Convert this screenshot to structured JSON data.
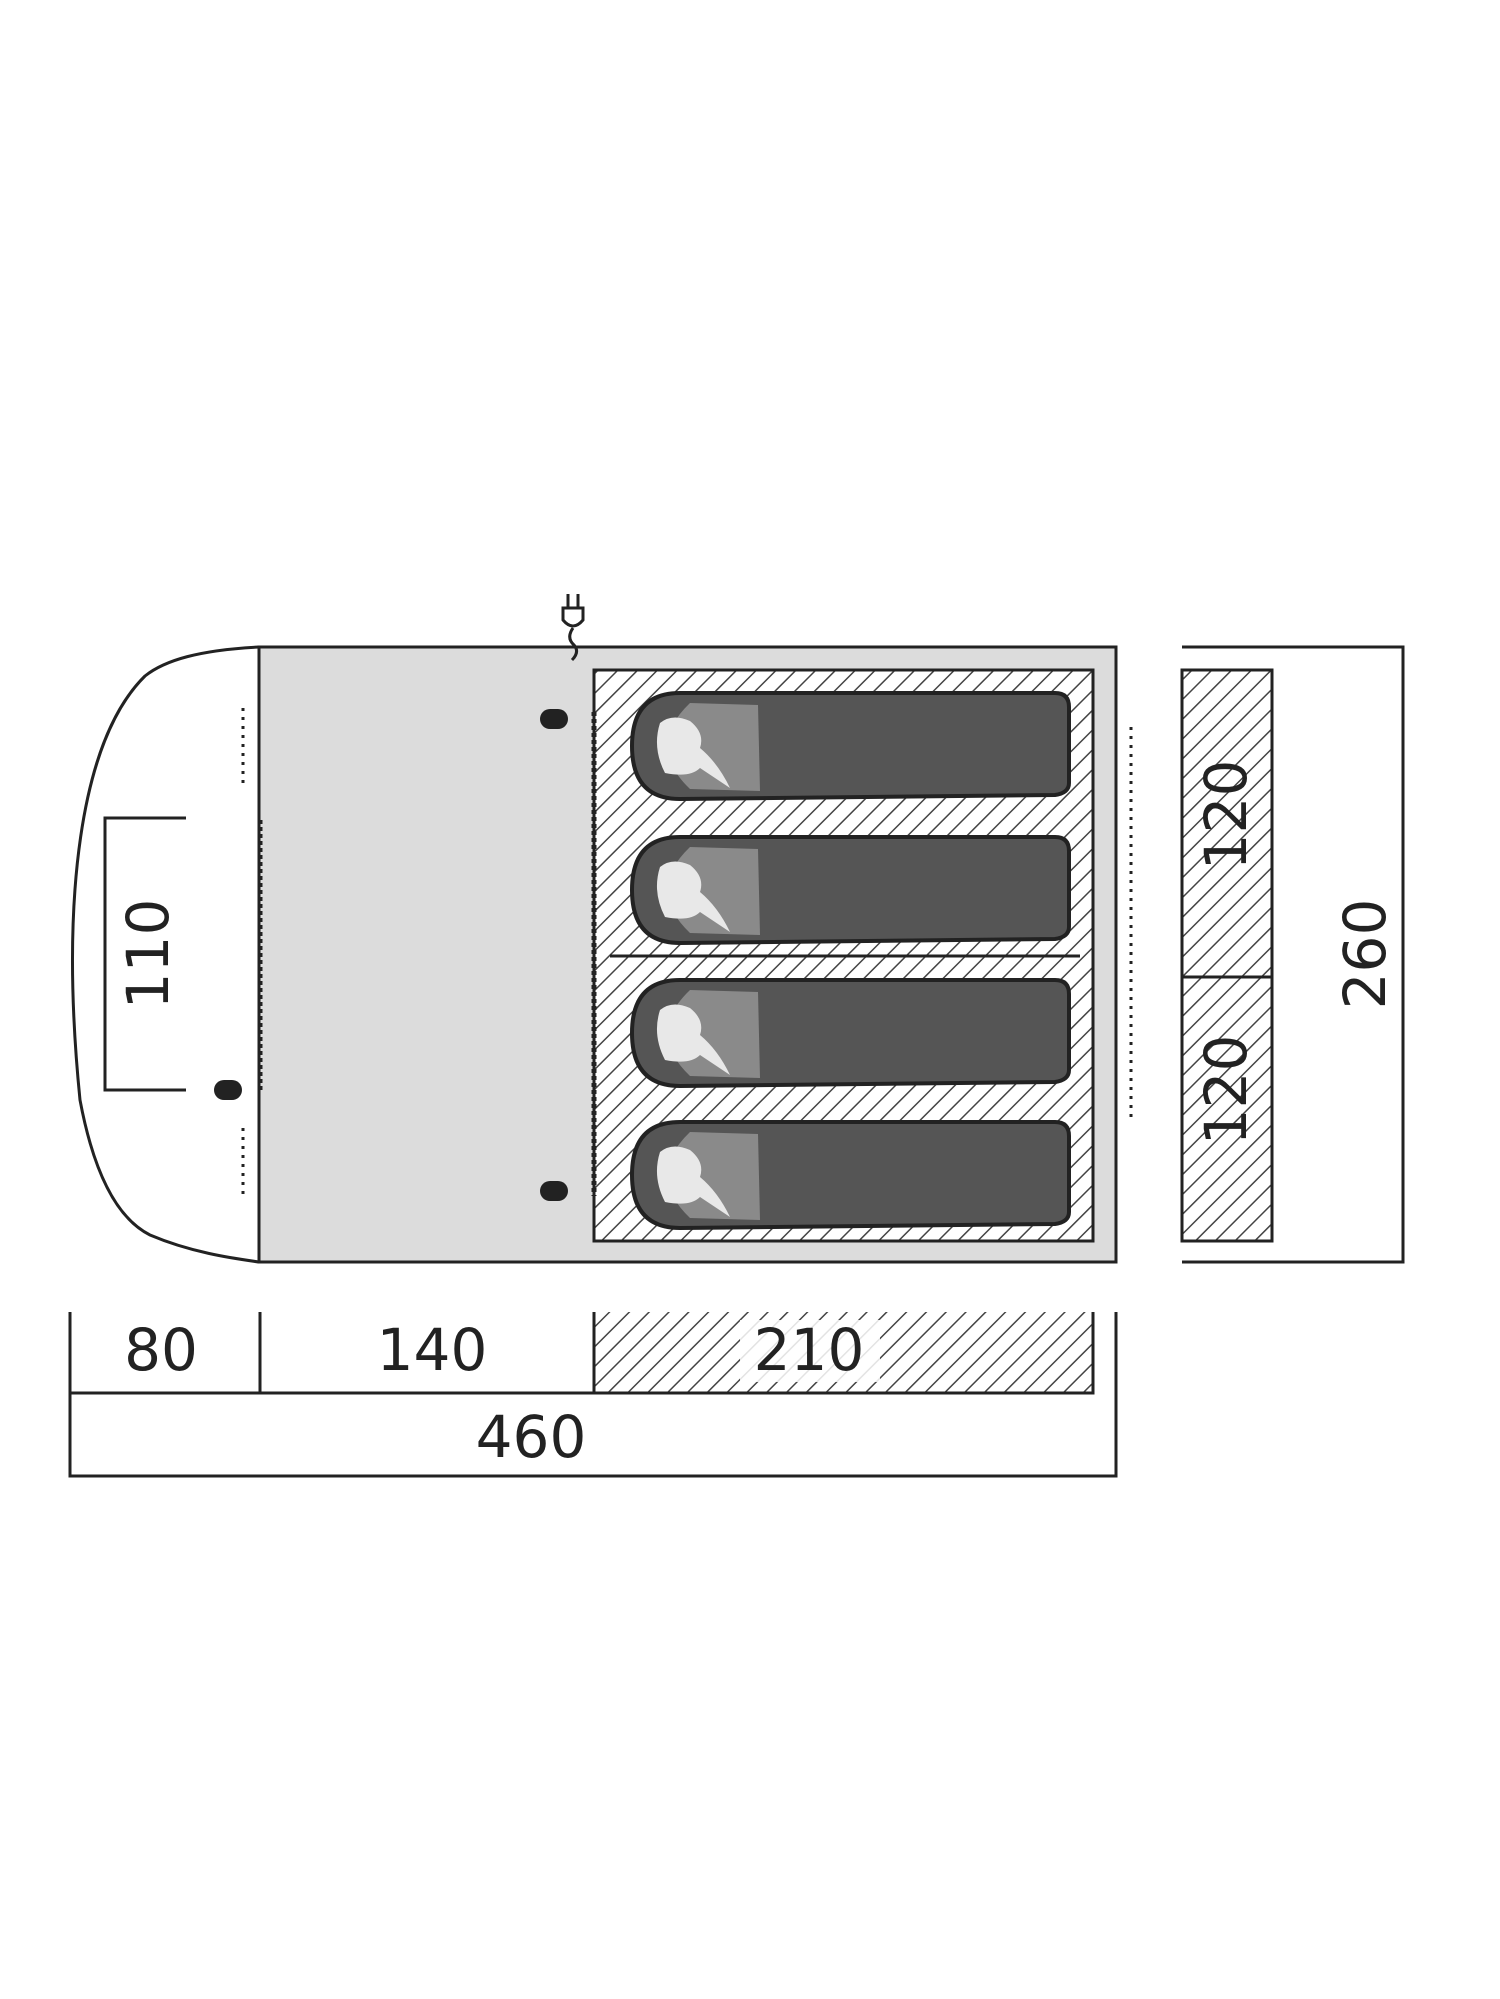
{
  "diagram": {
    "title_hidden": "",
    "colors": {
      "line": "#222222",
      "floor": "#dcdcdc",
      "bag": "#555555",
      "bag_hood": "#8a8a8a",
      "head": "#e8e8e8",
      "hatch": "#444444"
    },
    "dimensions": {
      "vestibule_depth": "80",
      "living_depth": "140",
      "bedroom_depth": "210",
      "total_length": "460",
      "door_width": "110",
      "cabin_width_1": "120",
      "cabin_width_2": "120",
      "total_width": "260"
    },
    "sleeping_bags": 4,
    "icons": [
      "power-plug-icon",
      "tent-pole-icon"
    ]
  }
}
